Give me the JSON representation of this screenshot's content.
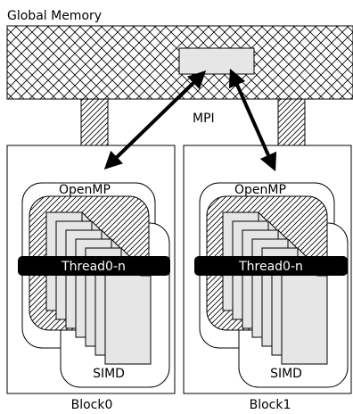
{
  "global_memory": {
    "label": "Global Memory"
  },
  "interconnect": {
    "label": "MPI"
  },
  "blocks": [
    {
      "label": "Block0",
      "openmp_label": "OpenMP",
      "thread_label": "Thread0-n",
      "simd_label": "SIMD"
    },
    {
      "label": "Block1",
      "openmp_label": "OpenMP",
      "thread_label": "Thread0-n",
      "simd_label": "SIMD"
    }
  ]
}
